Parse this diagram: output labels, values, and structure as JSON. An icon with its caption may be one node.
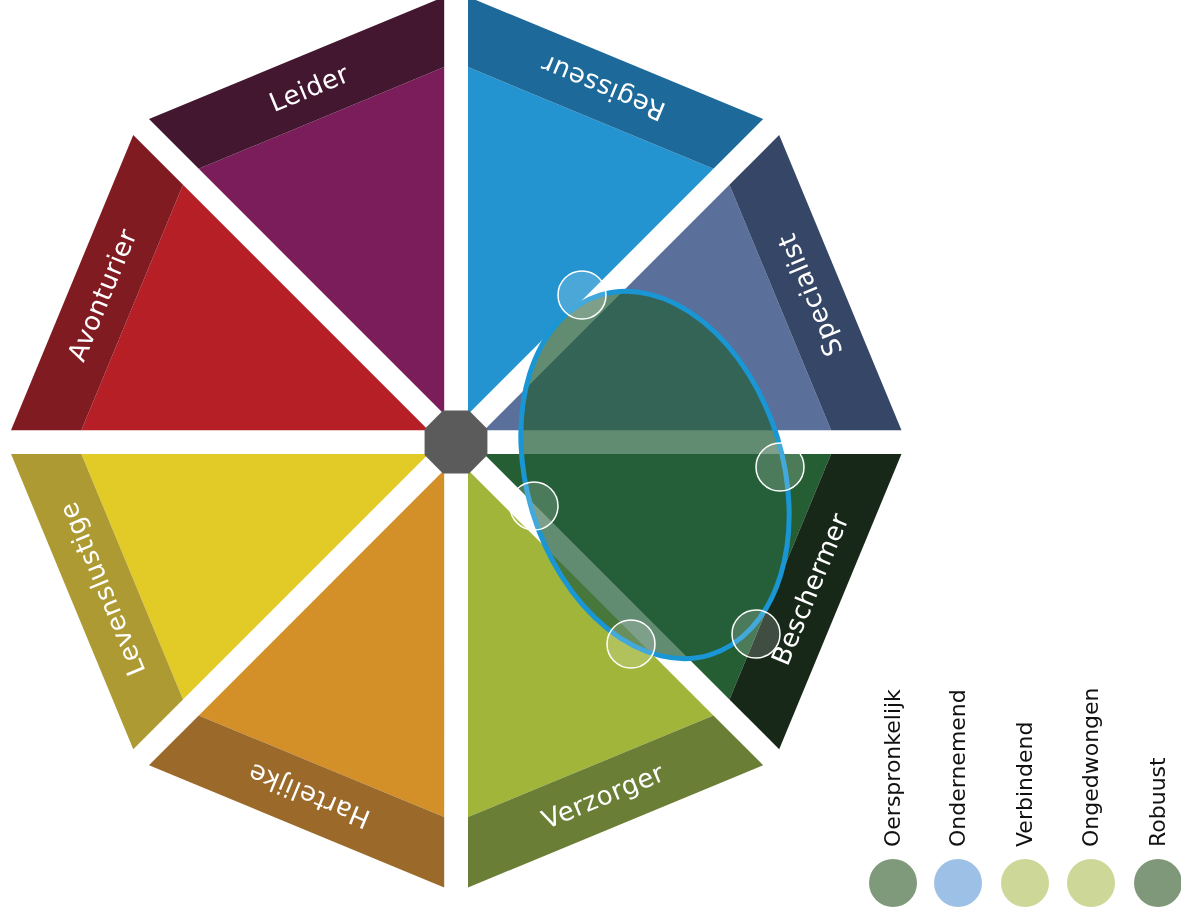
{
  "diagram": {
    "nodes": [
      {
        "text": [
          "Leider"
        ]
      },
      {
        "text": [
          "Regisseur"
        ]
      },
      {
        "text": [
          "Specialist"
        ]
      },
      {
        "text": [
          "Beschermer"
        ]
      },
      {
        "text": [
          "Verzorger"
        ]
      },
      {
        "text": [
          "Hartelijke"
        ]
      },
      {
        "text": [
          "Levenslustige"
        ]
      },
      {
        "text": [
          "Avonturier"
        ]
      }
    ],
    "legend": [
      {
        "text": "Oerspronkelijk",
        "color": "#7f9a7a"
      },
      {
        "text": "Ondernemend",
        "color": "#9dc1e6"
      },
      {
        "text": "Verbindend",
        "color": "#cdd898"
      },
      {
        "text": "Ongedwongen",
        "color": "#cdd898"
      },
      {
        "text": "Robuust",
        "color": "#80987a"
      }
    ]
  }
}
